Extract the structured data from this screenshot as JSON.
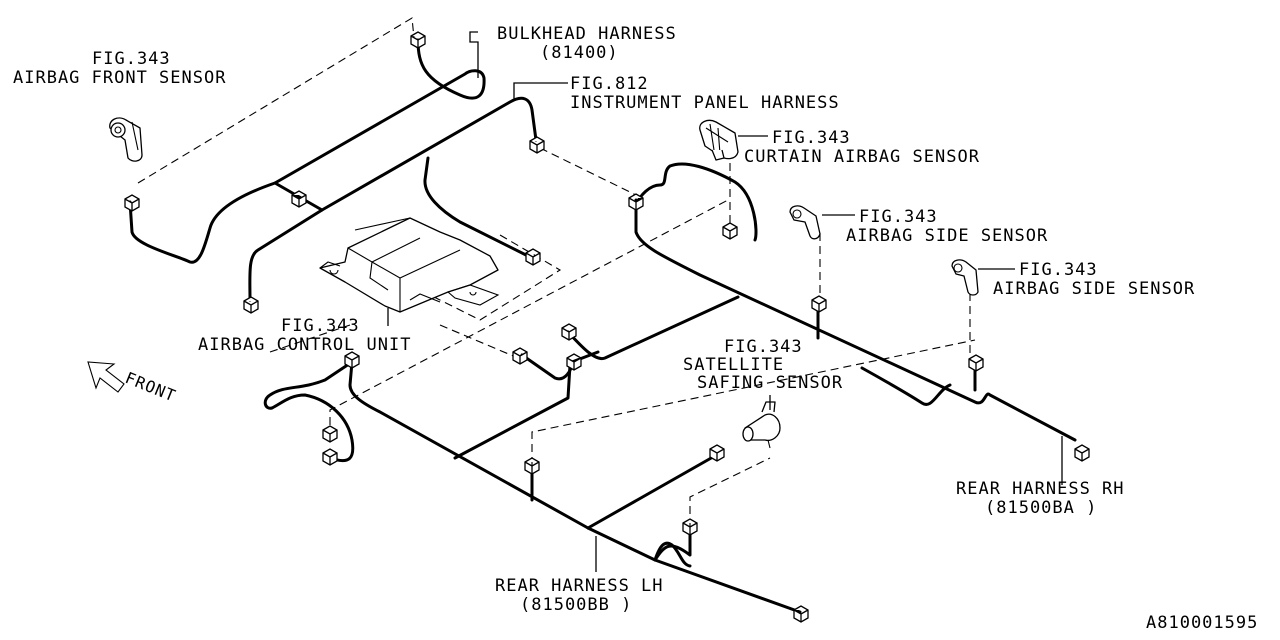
{
  "diagram": {
    "title_labels": {
      "bulkhead": {
        "line1": "BULKHEAD HARNESS",
        "line2": "(81400)"
      },
      "airbag_front": {
        "line1": "FIG.343",
        "line2": "AIRBAG FRONT SENSOR"
      },
      "instrument_panel": {
        "line1": "FIG.812",
        "line2": "INSTRUMENT PANEL HARNESS"
      },
      "curtain_airbag": {
        "line1": "FIG.343",
        "line2": "CURTAIN AIRBAG SENSOR"
      },
      "side_sensor_1": {
        "line1": "FIG.343",
        "line2": "AIRBAG SIDE SENSOR"
      },
      "side_sensor_2": {
        "line1": "FIG.343",
        "line2": "AIRBAG SIDE SENSOR"
      },
      "control_unit": {
        "line1": "FIG.343",
        "line2": "AIRBAG CONTROL UNIT"
      },
      "satellite": {
        "line1": "FIG.343",
        "line2": "SATELLITE",
        "line3": "SAFING SENSOR"
      },
      "rear_rh": {
        "line1": "REAR HARNESS RH",
        "line2": "(81500BA )"
      },
      "rear_lh": {
        "line1": "REAR HARNESS LH",
        "line2": "(81500BB )"
      },
      "front_arrow": "FRONT",
      "part_number": "A810001595"
    }
  }
}
